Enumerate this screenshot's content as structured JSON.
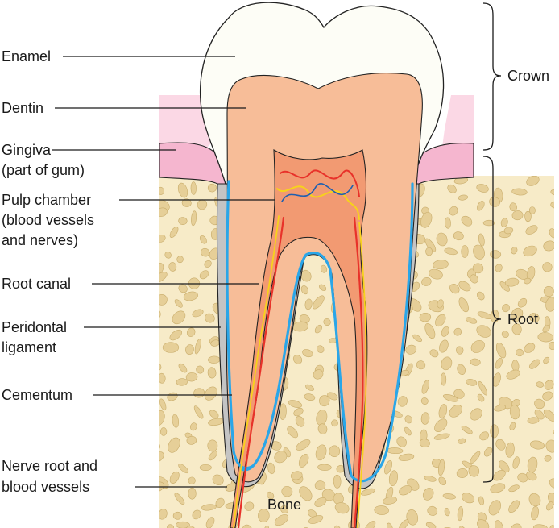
{
  "labels": {
    "enamel": "Enamel",
    "dentin": "Dentin",
    "gingiva_1": "Gingiva",
    "gingiva_2": "(part of gum)",
    "pulp_1": "Pulp chamber",
    "pulp_2": "(blood vessels",
    "pulp_3": "and nerves)",
    "root_canal": "Root canal",
    "periodontal_1": "Peridontal",
    "periodontal_2": "ligament",
    "cementum": "Cementum",
    "nerve_1": "Nerve root and",
    "nerve_2": "blood vessels",
    "bone": "Bone",
    "crown": "Crown",
    "root": "Root"
  },
  "colors": {
    "enamel": "#fdfdf6",
    "dentin": "#f7bd98",
    "pulp": "#f29a72",
    "gingiva": "#f5b6cf",
    "gingiva_light": "#fbd8e5",
    "bone_bg": "#f7ebc8",
    "bone_pore": "#e6cf98",
    "ligament": "#c4c4c4",
    "cementum_line": "#2aa6e8",
    "vessel_red": "#e8322a",
    "vessel_yellow": "#f7d21c",
    "vessel_blue": "#1e5fb0"
  }
}
